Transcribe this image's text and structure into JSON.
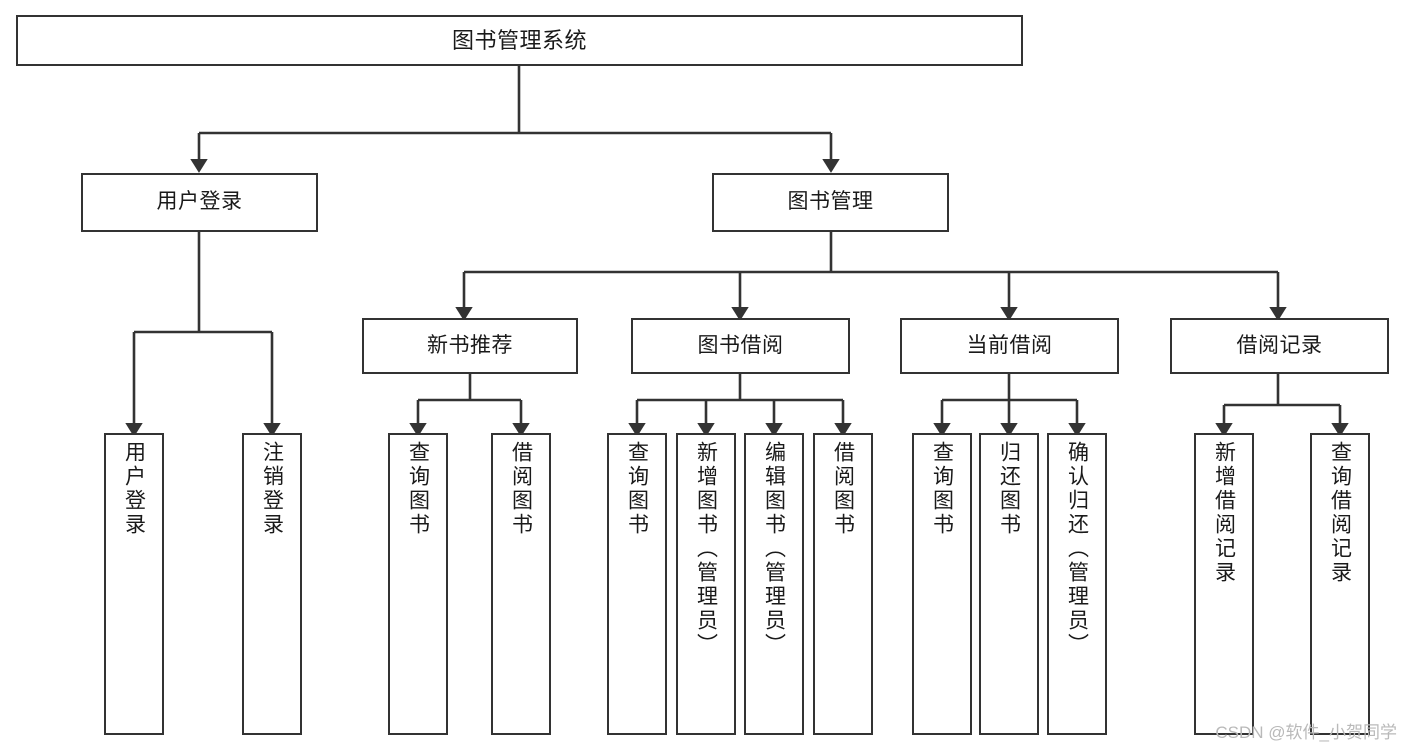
{
  "diagram": {
    "title": "图书管理系统",
    "type": "功能结构图",
    "watermark": "CSDN @软件_小贺同学",
    "colors": {
      "line": "#333333",
      "box_border": "#333333",
      "box_fill": "#ffffff",
      "text": "#1a1a1a",
      "watermark": "#b9b9b9"
    }
  },
  "nodes": {
    "root": {
      "label": "图书管理系统"
    },
    "level1": [
      {
        "id": "user-login",
        "label": "用户登录"
      },
      {
        "id": "book-manage",
        "label": "图书管理"
      }
    ],
    "level2": [
      {
        "id": "new-book-recommend",
        "label": "新书推荐"
      },
      {
        "id": "book-borrow",
        "label": "图书借阅"
      },
      {
        "id": "current-borrow",
        "label": "当前借阅"
      },
      {
        "id": "borrow-record",
        "label": "借阅记录"
      }
    ],
    "leaves": {
      "user_login": [
        {
          "id": "leaf-user-login",
          "label": "用户登录"
        },
        {
          "id": "leaf-logout",
          "label": "注销登录"
        }
      ],
      "new_book_recommend": [
        {
          "id": "leaf-query-book-1",
          "label": "查询图书"
        },
        {
          "id": "leaf-borrow-book-1",
          "label": "借阅图书"
        }
      ],
      "book_borrow": [
        {
          "id": "leaf-query-book-2",
          "label": "查询图书"
        },
        {
          "id": "leaf-add-book",
          "label": "新增图书（管理员）"
        },
        {
          "id": "leaf-edit-book",
          "label": "编辑图书（管理员）"
        },
        {
          "id": "leaf-borrow-book-2",
          "label": "借阅图书"
        }
      ],
      "current_borrow": [
        {
          "id": "leaf-query-book-3",
          "label": "查询图书"
        },
        {
          "id": "leaf-return-book",
          "label": "归还图书"
        },
        {
          "id": "leaf-confirm-return",
          "label": "确认归还（管理员）"
        }
      ],
      "borrow_record": [
        {
          "id": "leaf-add-record",
          "label": "新增借阅记录"
        },
        {
          "id": "leaf-query-record",
          "label": "查询借阅记录"
        }
      ]
    }
  },
  "chart_data": {
    "type": "table",
    "title": "图书管理系统 功能结构图",
    "hierarchy": [
      {
        "level": 0,
        "label": "图书管理系统",
        "children": [
          {
            "level": 1,
            "label": "用户登录",
            "children": [
              {
                "level": 2,
                "label": "用户登录"
              },
              {
                "level": 2,
                "label": "注销登录"
              }
            ]
          },
          {
            "level": 1,
            "label": "图书管理",
            "children": [
              {
                "level": 2,
                "label": "新书推荐",
                "children": [
                  {
                    "level": 3,
                    "label": "查询图书"
                  },
                  {
                    "level": 3,
                    "label": "借阅图书"
                  }
                ]
              },
              {
                "level": 2,
                "label": "图书借阅",
                "children": [
                  {
                    "level": 3,
                    "label": "查询图书"
                  },
                  {
                    "level": 3,
                    "label": "新增图书（管理员）"
                  },
                  {
                    "level": 3,
                    "label": "编辑图书（管理员）"
                  },
                  {
                    "level": 3,
                    "label": "借阅图书"
                  }
                ]
              },
              {
                "level": 2,
                "label": "当前借阅",
                "children": [
                  {
                    "level": 3,
                    "label": "查询图书"
                  },
                  {
                    "level": 3,
                    "label": "归还图书"
                  },
                  {
                    "level": 3,
                    "label": "确认归还（管理员）"
                  }
                ]
              },
              {
                "level": 2,
                "label": "借阅记录",
                "children": [
                  {
                    "level": 3,
                    "label": "新增借阅记录"
                  },
                  {
                    "level": 3,
                    "label": "查询借阅记录"
                  }
                ]
              }
            ]
          }
        ]
      }
    ]
  }
}
